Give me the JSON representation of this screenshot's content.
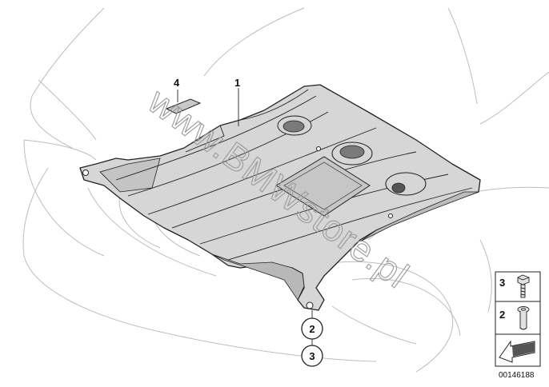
{
  "diagram": {
    "callouts": [
      "4",
      "1"
    ],
    "circled_callouts": [
      "2",
      "3"
    ],
    "legend": [
      {
        "number": "3",
        "icon": "hex-bolt-icon"
      },
      {
        "number": "2",
        "icon": "expanding-rivet-icon"
      }
    ],
    "navigation_icon": "arrow-icon",
    "document_number": "00146188",
    "watermark": "www.BMWstore.pl",
    "colors": {
      "line": "#222222",
      "panel_fill": "#d6d6d6",
      "panel_shade": "#b8b8b8",
      "body_outline": "#bdbdbd",
      "watermark": "#9a9a9a"
    }
  }
}
